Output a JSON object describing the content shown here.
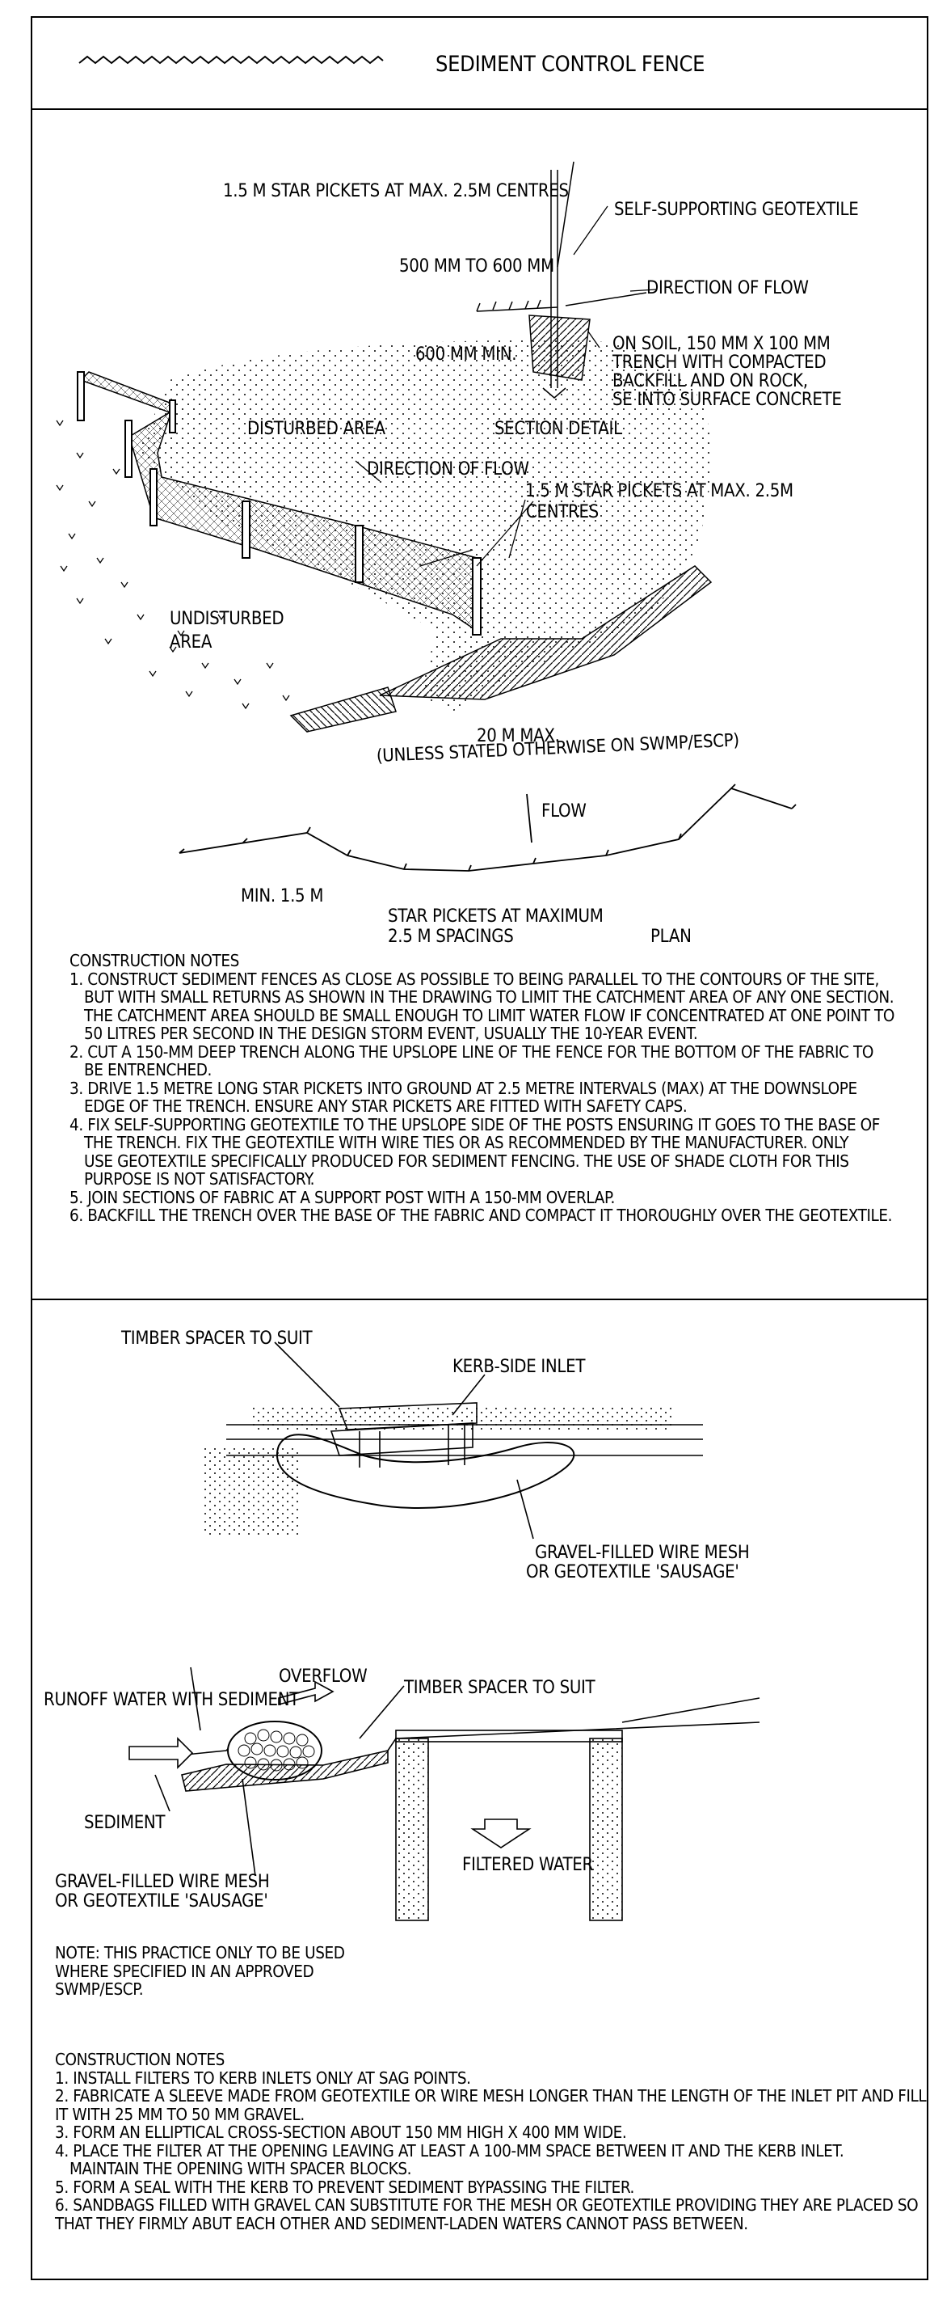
{
  "header": {
    "title": "SEDIMENT CONTROL FENCE"
  },
  "fence": {
    "labels": {
      "pickets_top": "1.5 M STAR PICKETS AT MAX. 2.5M CENTRES",
      "geotextile": "SELF-SUPPORTING GEOTEXTILE",
      "depth_500": "500 MM TO 600 MM",
      "flow_dir_top": "DIRECTION OF FLOW",
      "min_600": "600 MM MIN.",
      "trench": [
        "ON SOIL, 150 MM X 100 MM",
        "TRENCH WITH COMPACTED",
        "BACKFILL AND ON ROCK,",
        "SE INTO SURFACE CONCRETE"
      ],
      "disturbed": "DISTURBED AREA",
      "section_detail": "SECTION DETAIL",
      "flow_dir_mid": "DIRECTION OF FLOW",
      "pickets_mid": [
        "1.5 M STAR PICKETS AT MAX. 2.5M",
        "CENTRES"
      ],
      "undisturbed": [
        "UNDISTURBED",
        "AREA"
      ],
      "max_20": "20 M MAX.",
      "unless": "(UNLESS STATED OTHERWISE ON SWMP/ESCP)",
      "flow": "FLOW",
      "min_15": "MIN. 1.5 M",
      "star_pickets": [
        "STAR PICKETS AT MAXIMUM",
        "2.5 M SPACINGS"
      ],
      "plan": "PLAN"
    },
    "notes_title": "CONSTRUCTION NOTES",
    "notes": [
      "1. CONSTRUCT SEDIMENT FENCES AS CLOSE AS POSSIBLE TO BEING PARALLEL TO THE CONTOURS OF THE SITE,",
      "BUT WITH SMALL RETURNS AS SHOWN IN THE DRAWING TO LIMIT THE CATCHMENT AREA OF ANY ONE SECTION.",
      "THE CATCHMENT AREA SHOULD BE SMALL ENOUGH TO LIMIT WATER FLOW IF CONCENTRATED AT ONE POINT TO",
      "50 LITRES PER SECOND IN THE DESIGN STORM EVENT, USUALLY THE 10-YEAR EVENT.",
      "2. CUT A 150-MM DEEP TRENCH ALONG THE UPSLOPE LINE OF THE FENCE FOR THE BOTTOM OF THE FABRIC TO",
      "BE ENTRENCHED.",
      "3. DRIVE 1.5 METRE LONG STAR PICKETS INTO GROUND AT 2.5 METRE INTERVALS (MAX) AT THE DOWNSLOPE",
      "EDGE OF THE TRENCH.  ENSURE ANY STAR PICKETS ARE FITTED WITH SAFETY CAPS.",
      "4. FIX SELF-SUPPORTING GEOTEXTILE TO THE UPSLOPE SIDE OF THE POSTS ENSURING IT GOES TO THE BASE OF",
      "THE TRENCH.  FIX THE GEOTEXTILE WITH WIRE TIES OR AS RECOMMENDED BY THE MANUFACTURER.  ONLY",
      "USE GEOTEXTILE SPECIFICALLY PRODUCED FOR SEDIMENT FENCING.  THE USE OF SHADE CLOTH FOR THIS",
      "PURPOSE IS NOT SATISFACTORY.",
      "5. JOIN SECTIONS OF FABRIC AT A SUPPORT POST WITH A 150-MM OVERLAP.",
      "6. BACKFILL THE TRENCH OVER THE BASE OF THE FABRIC AND COMPACT IT THOROUGHLY OVER THE GEOTEXTILE."
    ]
  },
  "kerb": {
    "labels": {
      "timber_top": "TIMBER SPACER TO SUIT",
      "kerb_inlet": "KERB-SIDE INLET",
      "gravel_top": [
        "GRAVEL-FILLED WIRE MESH",
        "OR GEOTEXTILE 'SAUSAGE'"
      ],
      "overflow": "OVERFLOW",
      "runoff": "RUNOFF WATER WITH SEDIMENT",
      "timber_mid": "TIMBER SPACER TO SUIT",
      "sediment": "SEDIMENT",
      "filtered": "FILTERED WATER",
      "gravel_bottom": [
        "GRAVEL-FILLED WIRE MESH",
        "OR GEOTEXTILE 'SAUSAGE'"
      ],
      "note": [
        "NOTE: THIS PRACTICE ONLY TO BE USED",
        "WHERE SPECIFIED IN AN APPROVED",
        "SWMP/ESCP."
      ]
    },
    "notes_title": "CONSTRUCTION NOTES",
    "notes": [
      "1. INSTALL FILTERS TO KERB INLETS ONLY AT SAG POINTS.",
      "2. FABRICATE A SLEEVE MADE FROM GEOTEXTILE OR WIRE MESH LONGER THAN THE LENGTH OF THE INLET PIT AND FILL",
      "IT WITH 25 MM TO 50 MM GRAVEL.",
      "3. FORM AN ELLIPTICAL CROSS-SECTION ABOUT 150 MM HIGH X 400 MM WIDE.",
      "4. PLACE THE FILTER AT THE OPENING LEAVING AT LEAST A 100-MM SPACE BETWEEN IT AND  THE KERB INLET.",
      "MAINTAIN THE OPENING WITH SPACER BLOCKS.",
      "5. FORM A SEAL WITH THE KERB TO PREVENT SEDIMENT BYPASSING THE FILTER.",
      "6. SANDBAGS FILLED WITH GRAVEL CAN SUBSTITUTE FOR THE MESH OR GEOTEXTILE PROVIDING THEY ARE PLACED SO",
      "THAT THEY FIRMLY ABUT EACH OTHER AND SEDIMENT-LADEN WATERS CANNOT PASS BETWEEN."
    ]
  }
}
